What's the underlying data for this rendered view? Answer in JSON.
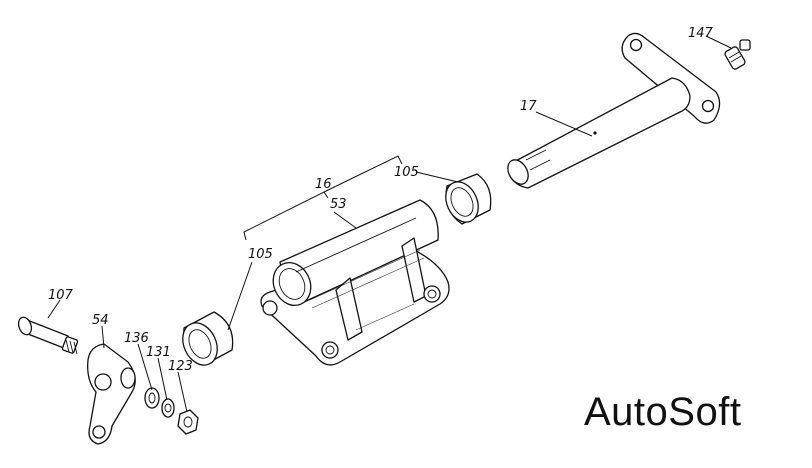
{
  "labels": {
    "l147": "147",
    "l17": "17",
    "l105a": "105",
    "l16": "16",
    "l53": "53",
    "l105b": "105",
    "l107": "107",
    "l54": "54",
    "l136": "136",
    "l131": "131",
    "l123": "123"
  },
  "watermark": "AutoSoft"
}
